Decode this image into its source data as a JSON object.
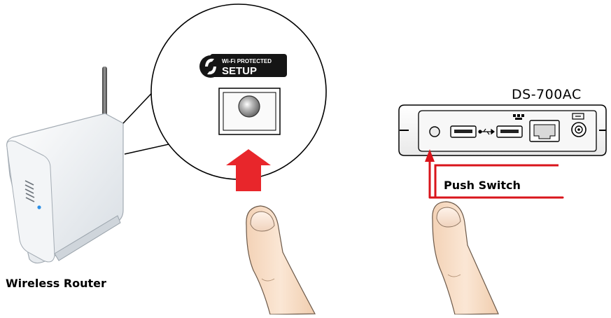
{
  "labels": {
    "router": "Wireless Router",
    "device_model": "DS-700AC",
    "push_switch": "Push Switch",
    "wps_logo_line1": "Wi-Fi PROTECTED",
    "wps_logo_line2": "SETUP"
  },
  "colors": {
    "arrow_red": "#e8262b",
    "pointer_red": "#d9141b",
    "finger_skin": "#f6dcc4",
    "outline": "#000000"
  },
  "icons": {
    "wps_logo": "wps-logo-icon",
    "finger": "finger-icon",
    "arrow": "arrow-up-icon",
    "usb": "usb-icon",
    "lan": "ethernet-port-icon",
    "power": "dc-jack-icon"
  }
}
